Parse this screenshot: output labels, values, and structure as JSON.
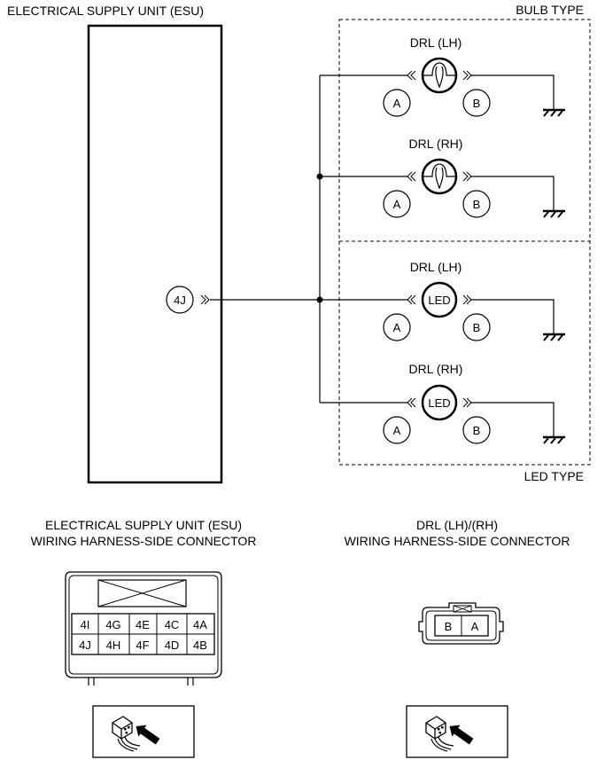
{
  "diagram": {
    "esu_title": "ELECTRICAL SUPPLY UNIT (ESU)",
    "bulb_type_label": "BULB TYPE",
    "led_type_label": "LED TYPE",
    "esu_terminal": "4J",
    "bulb_lh": {
      "label": "DRL (LH)",
      "terminal_a": "A",
      "terminal_b": "B"
    },
    "bulb_rh": {
      "label": "DRL (RH)",
      "terminal_a": "A",
      "terminal_b": "B"
    },
    "led_lh": {
      "label": "DRL (LH)",
      "symbol": "LED",
      "terminal_a": "A",
      "terminal_b": "B"
    },
    "led_rh": {
      "label": "DRL (RH)",
      "symbol": "LED",
      "terminal_a": "A",
      "terminal_b": "B"
    }
  },
  "esu_connector": {
    "title_line1": "ELECTRICAL SUPPLY UNIT (ESU)",
    "title_line2": "WIRING HARNESS-SIDE CONNECTOR",
    "row1": [
      "4I",
      "4G",
      "4E",
      "4C",
      "4A"
    ],
    "row2": [
      "4J",
      "4H",
      "4F",
      "4D",
      "4B"
    ]
  },
  "drl_connector": {
    "title_line1": "DRL (LH)/(RH)",
    "title_line2": "WIRING HARNESS-SIDE CONNECTOR",
    "pins": [
      "B",
      "A"
    ]
  },
  "icons": {
    "lamp_bulb": "bulb-filament-icon",
    "ground": "ground-symbol-icon",
    "harness_view": "harness-side-view-icon"
  }
}
